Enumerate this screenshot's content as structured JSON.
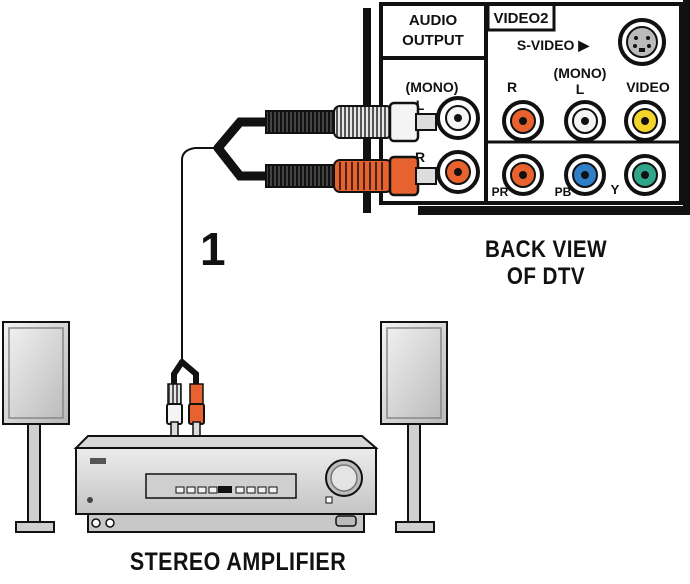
{
  "panel": {
    "audio_output_label_line1": "AUDIO",
    "audio_output_label_line2": "OUTPUT",
    "video2_label": "VIDEO2",
    "svideo_label": "S-VIDEO ▶",
    "mono_label_left": "(MONO)",
    "l_label_left": "L",
    "r_label_left": "R",
    "r_label_video": "R",
    "mono_label_video": "(MONO)",
    "l_label_video": "L",
    "video_label": "VIDEO",
    "pr_label": "PR",
    "pb_label": "PB",
    "y_label": "Y"
  },
  "captions": {
    "back_view_line1": "BACK VIEW",
    "back_view_line2": "OF DTV",
    "stereo_amplifier": "STEREO AMPLIFIER",
    "cable_number": "1"
  },
  "colors": {
    "jack_red": "#e8622f",
    "jack_white": "#f4f4f4",
    "jack_yellow": "#f2d42a",
    "jack_blue": "#2f7fc8",
    "jack_green": "#2fa58a",
    "plug_red": "#e8622f",
    "panel_ink": "#111111"
  }
}
